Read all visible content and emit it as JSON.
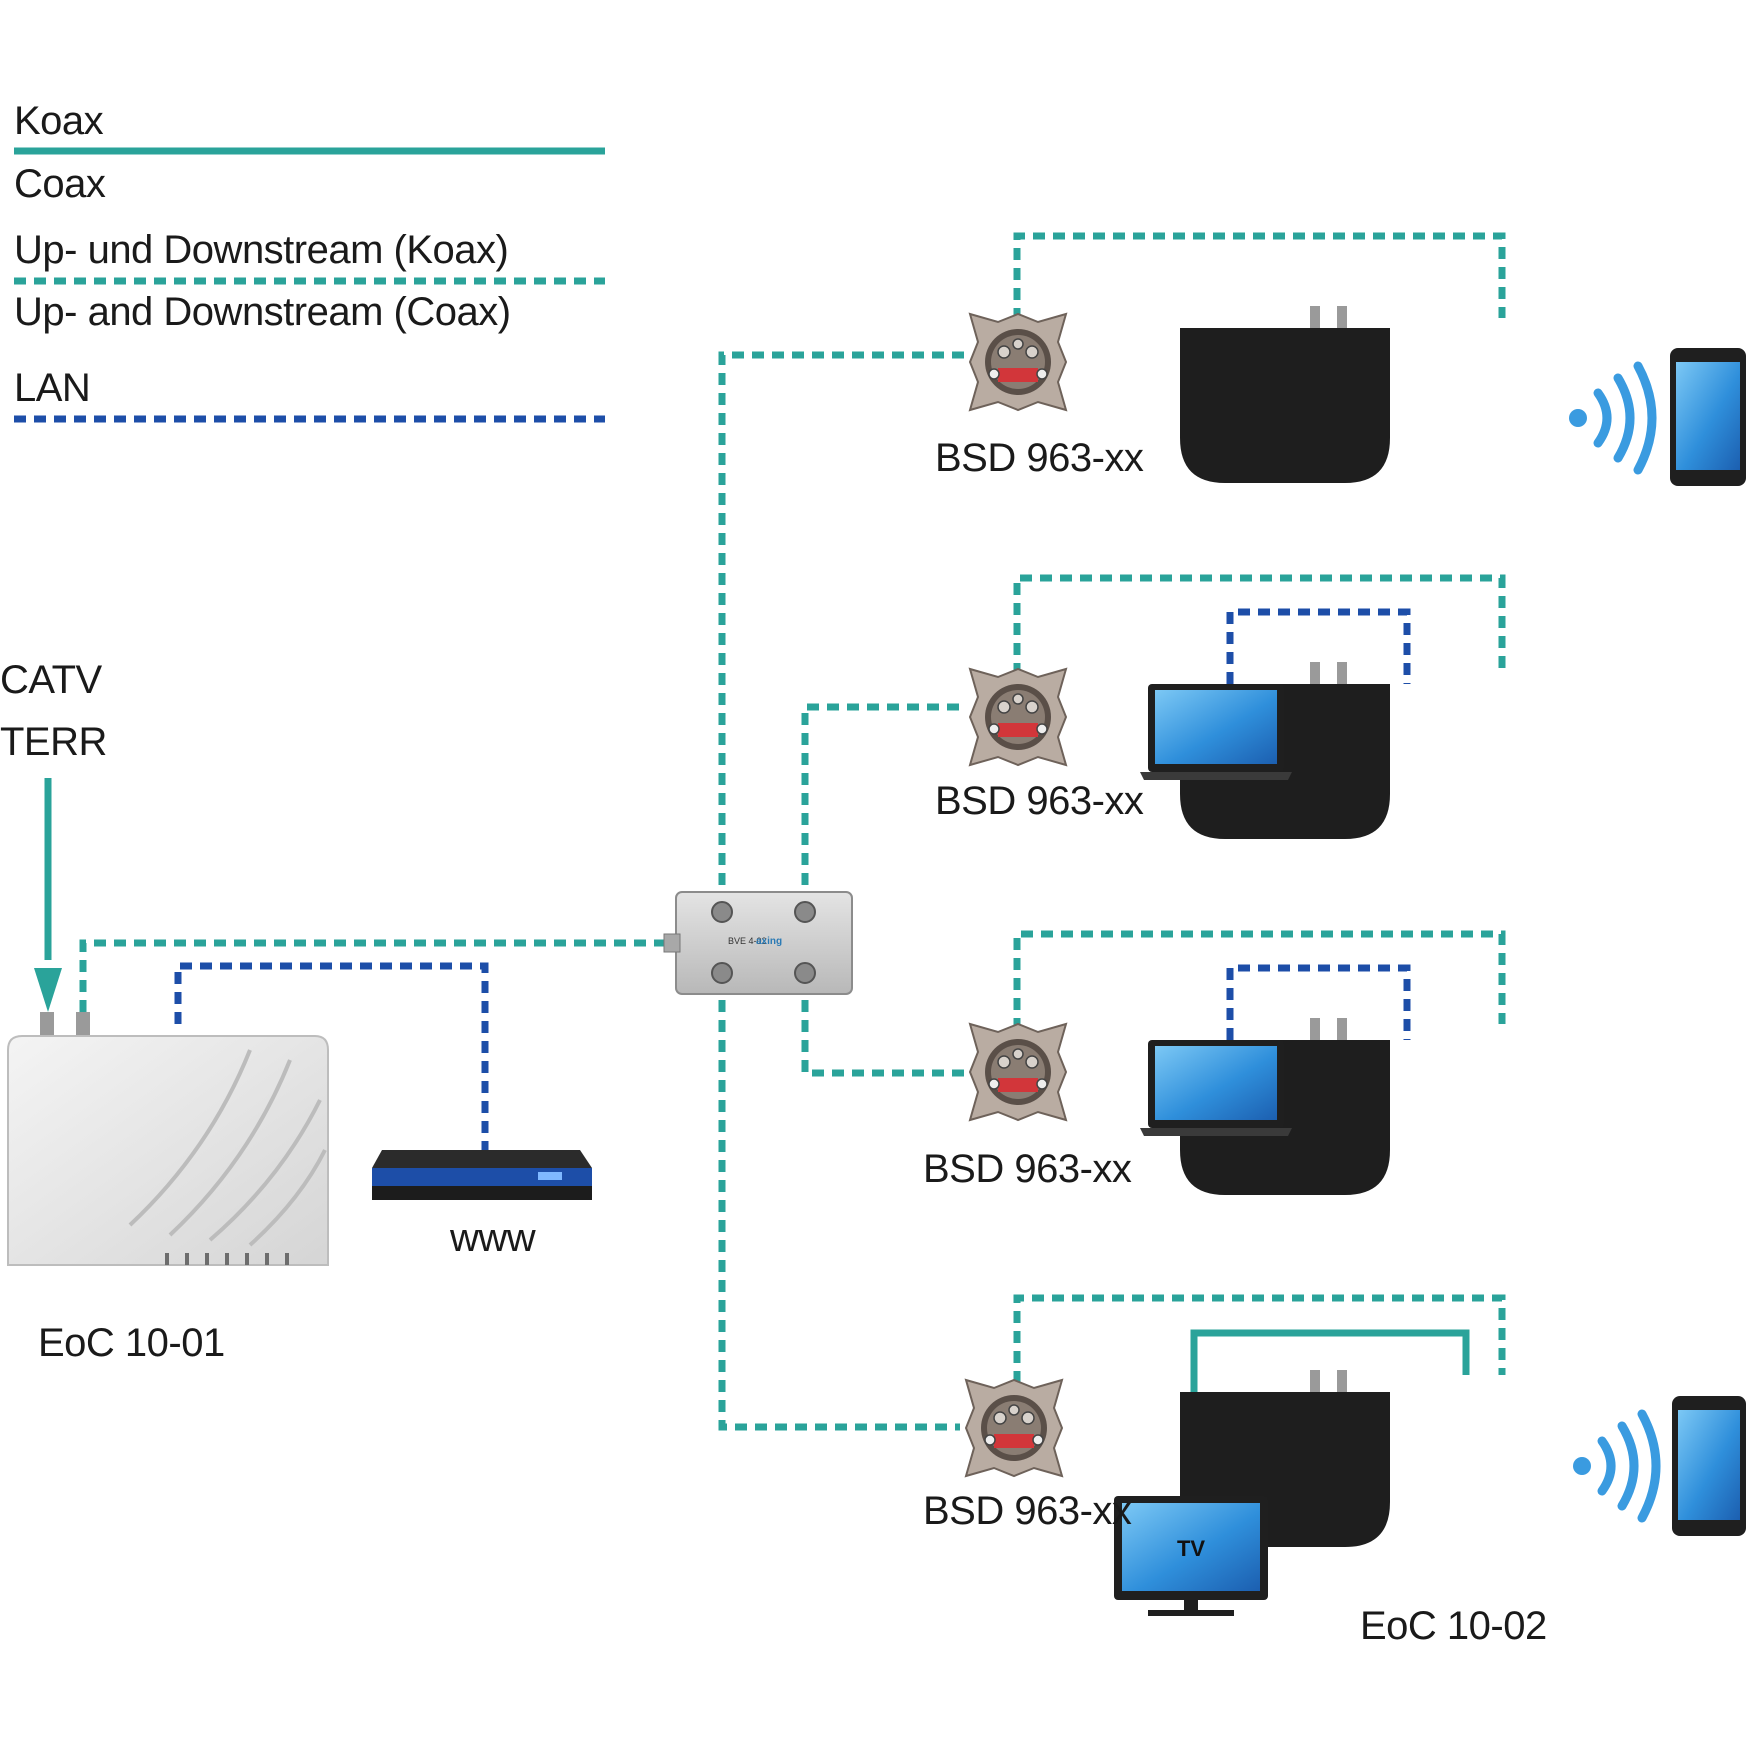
{
  "legend": {
    "koax_label": "Koax",
    "coax_label": "Coax",
    "updown_de_label": "Up- und Downstream (Koax)",
    "updown_en_label": "Up- and Downstream (Coax)",
    "lan_label": "LAN"
  },
  "inputs": {
    "catv_label": "CATV",
    "terr_label": "TERR"
  },
  "devices": {
    "headend_label": "EoC 10-01",
    "router_label": "www",
    "socket_1_label": "BSD 963-xx",
    "socket_2_label": "BSD 963-xx",
    "socket_3_label": "BSD 963-xx",
    "socket_4_label": "BSD 963-xx",
    "client_label": "EoC 10-02",
    "tv_label": "TV",
    "splitter_model": "BVE 4-02",
    "splitter_brand": "axing"
  },
  "colors": {
    "coax": "#2aa39a",
    "lan": "#1d4ea8",
    "client_box": "#1e1e1e",
    "headend_box": "#e6e6e6",
    "screen_blue": "#3a9be0"
  }
}
